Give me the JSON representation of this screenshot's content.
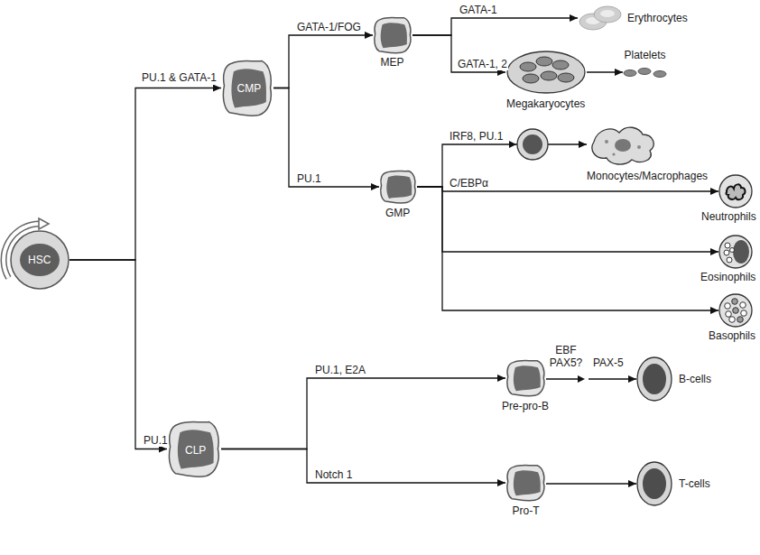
{
  "diagram": {
    "nodes": [
      {
        "text": [
          "HSC"
        ]
      },
      {
        "text": [
          "CMP"
        ]
      },
      {
        "text": [
          "MEP"
        ]
      },
      {
        "text": [
          "Erythrocytes"
        ]
      },
      {
        "text": [
          "Megakaryocytes"
        ]
      },
      {
        "text": [
          "Platelets"
        ]
      },
      {
        "text": [
          "GMP"
        ]
      },
      {
        "text": [
          "Monocytes/Macrophages"
        ]
      },
      {
        "text": [
          "Neutrophils"
        ]
      },
      {
        "text": [
          "Eosinophils"
        ]
      },
      {
        "text": [
          "Basophils"
        ]
      },
      {
        "text": [
          "CLP"
        ]
      },
      {
        "text": [
          "Pre-pro-B"
        ]
      },
      {
        "text": [
          "B-cells"
        ]
      },
      {
        "text": [
          "Pro-T"
        ]
      },
      {
        "text": [
          "T-cells"
        ]
      }
    ],
    "edges": [
      {
        "from": 0,
        "to": 1,
        "label": "PU.1 & GATA-1",
        "arrow": "to"
      },
      {
        "from": 0,
        "to": 11,
        "label": "PU.1",
        "arrow": "to"
      },
      {
        "from": 1,
        "to": 2,
        "label": "GATA-1/FOG",
        "arrow": "to"
      },
      {
        "from": 1,
        "to": 6,
        "label": "PU.1",
        "arrow": "to"
      },
      {
        "from": 2,
        "to": 3,
        "label": "GATA-1",
        "arrow": "to"
      },
      {
        "from": 2,
        "to": 4,
        "label": "GATA-1, 2",
        "arrow": "to"
      },
      {
        "from": 4,
        "to": 5,
        "arrow": "to"
      },
      {
        "from": 6,
        "to": 7,
        "label": "IRF8, PU.1",
        "arrow": "to"
      },
      {
        "from": 6,
        "to": 8,
        "label": "C/EBPα",
        "arrow": "to"
      },
      {
        "from": 6,
        "to": 9,
        "arrow": "to"
      },
      {
        "from": 6,
        "to": 10,
        "arrow": "to"
      },
      {
        "from": 11,
        "to": 12,
        "label": "PU.1, E2A",
        "arrow": "to"
      },
      {
        "from": 11,
        "to": 14,
        "label": "Notch 1",
        "arrow": "to"
      },
      {
        "from": 12,
        "to": 13,
        "label": "EBF PAX5?",
        "arrow": "to"
      },
      {
        "from": 14,
        "to": 15,
        "arrow": "to"
      }
    ],
    "labels": [
      "PAX-5"
    ]
  }
}
